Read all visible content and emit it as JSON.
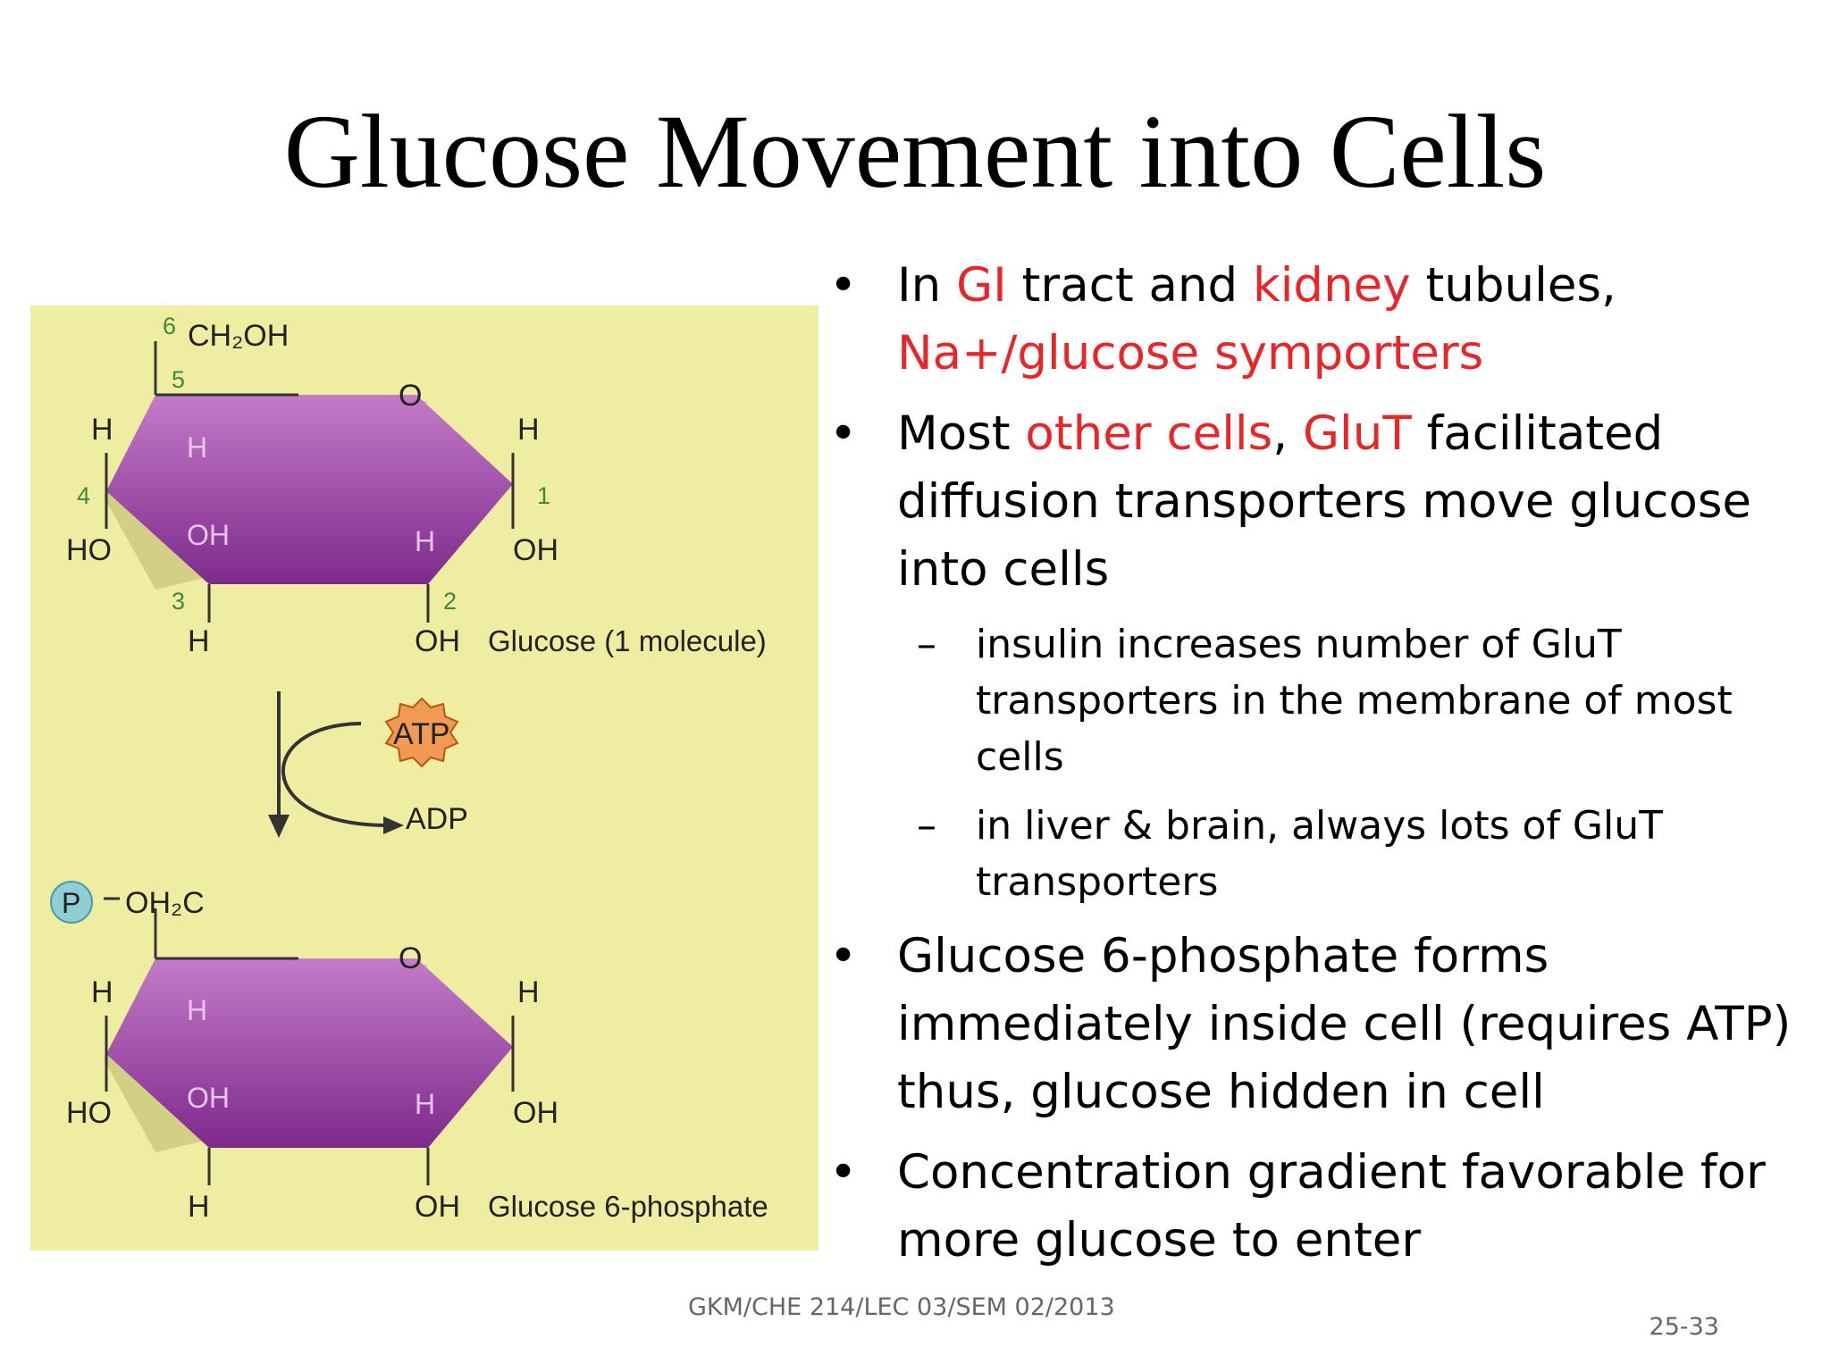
{
  "slide": {
    "title": "Glucose Movement into Cells",
    "footer": "GKM/CHE 214/LEC 03/SEM 02/2013",
    "page_number": "25-33"
  },
  "figure": {
    "glucose": {
      "c6_num": "6",
      "c6_group": "CH₂OH",
      "c5_num": "5",
      "ring_oxygen": "O",
      "c4_num": "4",
      "c1_num": "1",
      "c3_num": "3",
      "c2_num": "2",
      "h_c4_top": "H",
      "h_c5_inner": "H",
      "h_c1_top": "H",
      "ho_c4": "HO",
      "oh_c3_inner": "OH",
      "h_c2_inner": "H",
      "oh_c1": "OH",
      "h_c3_bottom": "H",
      "oh_c2_bottom": "OH",
      "caption": "Glucose (1 molecule)"
    },
    "reaction": {
      "atp": "ATP",
      "adp": "ADP"
    },
    "glucose6p": {
      "phosphate": "P",
      "c6_group": "OH₂C",
      "ring_oxygen": "O",
      "h_c4_top": "H",
      "h_c5_inner": "H",
      "h_c1_top": "H",
      "ho_c4": "HO",
      "oh_c3_inner": "OH",
      "h_c2_inner": "H",
      "oh_c1": "OH",
      "h_c3_bottom": "H",
      "oh_c2_bottom": "OH",
      "caption": "Glucose 6-phosphate"
    },
    "colors": {
      "background": "#efeda2",
      "ring": "#9b3fa6",
      "accent_red": "#e8262a",
      "atp_fill": "#f09a54",
      "phosphate_fill": "#8ecfd6"
    }
  },
  "bullets": [
    {
      "level": 1,
      "parts": [
        {
          "text": "In ",
          "red": false
        },
        {
          "text": "GI",
          "red": true
        },
        {
          "text": " tract and ",
          "red": false
        },
        {
          "text": "kidney",
          "red": true
        },
        {
          "text": " tubules, ",
          "red": false
        },
        {
          "text": "Na+/glucose symporters",
          "red": true
        }
      ]
    },
    {
      "level": 1,
      "parts": [
        {
          "text": "Most ",
          "red": false
        },
        {
          "text": "other cells",
          "red": true
        },
        {
          "text": ", ",
          "red": false
        },
        {
          "text": "GluT",
          "red": true
        },
        {
          "text": " facilitated diffusion transporters move glucose into cells",
          "red": false
        }
      ]
    },
    {
      "level": 2,
      "parts": [
        {
          "text": " insulin increases number of GluT transporters in the membrane of most cells",
          "red": false
        }
      ]
    },
    {
      "level": 2,
      "parts": [
        {
          "text": "in liver & brain, always lots of GluT transporters",
          "red": false
        }
      ]
    },
    {
      "level": 1,
      "parts": [
        {
          "text": "Glucose 6-phosphate forms immediately inside cell (requires ATP) thus, glucose hidden in cell",
          "red": false
        }
      ]
    },
    {
      "level": 1,
      "parts": [
        {
          "text": "Concentration gradient favorable for more glucose to enter",
          "red": false
        }
      ]
    }
  ],
  "bullet_marks": {
    "level1": "•",
    "level2": "–"
  }
}
